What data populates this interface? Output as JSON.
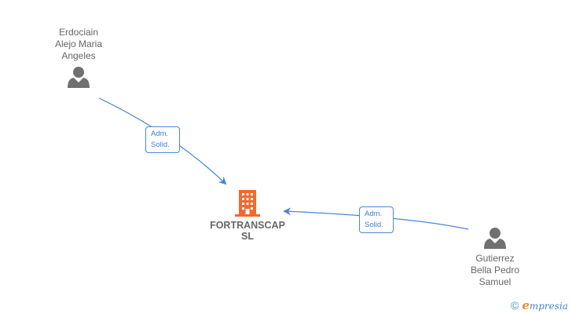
{
  "nodes": {
    "person_1": {
      "name_lines": [
        "Erdociain",
        "Alejo Maria",
        "Angeles"
      ]
    },
    "person_2": {
      "name_lines": [
        "Gutierrez",
        "Bella Pedro",
        "Samuel"
      ]
    },
    "company": {
      "name_lines": [
        "FORTRANSCAP",
        "SL"
      ]
    }
  },
  "edges": [
    {
      "from": "person_1",
      "to": "company",
      "role_lines": [
        "Adm.",
        "Solid."
      ]
    },
    {
      "from": "person_2",
      "to": "company",
      "role_lines": [
        "Adm.",
        "Solid."
      ]
    }
  ],
  "colors": {
    "edge": "#4a86d8",
    "person_icon": "#707070",
    "company_icon": "#f26a2e",
    "text": "#666666"
  },
  "icons": {
    "person": "person-icon",
    "company": "building-icon"
  },
  "brand": {
    "copyright_symbol": "©",
    "logo_initial": "e",
    "logo_rest": "mpresia"
  }
}
